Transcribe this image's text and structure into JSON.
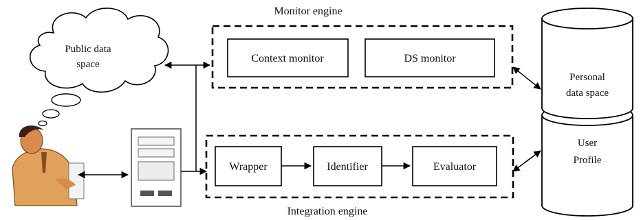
{
  "monitor_engine": {
    "title": "Monitor engine",
    "modules": [
      "Context monitor",
      "DS monitor"
    ]
  },
  "integration_engine": {
    "title": "Integration engine",
    "modules": [
      "Wrapper",
      "Identifier",
      "Evaluator"
    ]
  },
  "public_data_space": {
    "line1": "Public data",
    "line2": "space"
  },
  "personal_data_space": {
    "line1": "Personal",
    "line2": "data space"
  },
  "user_profile": {
    "line1": "User",
    "line2": "Profile"
  },
  "colors": {
    "stroke": "#000000",
    "user_shirt": "#e0a15a",
    "user_hair": "#3a1f12",
    "user_skin": "#d98a4e",
    "monitor_screen": "#ececec",
    "device_gray": "#555555"
  },
  "icons": [
    "cloud-icon",
    "user-person-icon",
    "client-terminal-icon",
    "database-cylinder-icon"
  ]
}
